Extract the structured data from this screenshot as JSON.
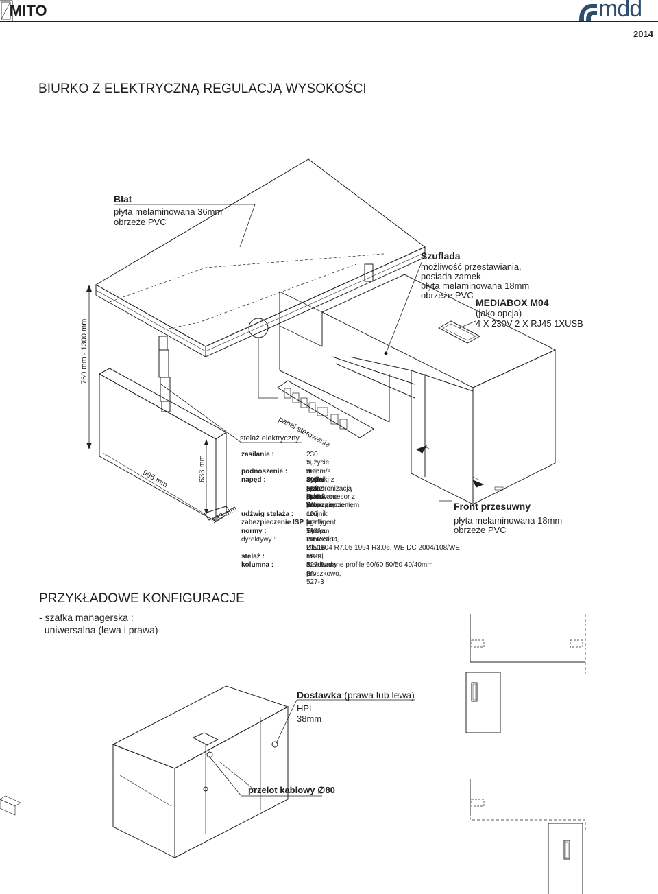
{
  "header": {
    "product": "MITO",
    "brand": "mdd",
    "year": "2014",
    "accent_color": "#2e4e6f"
  },
  "title": "BIURKO Z ELEKTRYCZNĄ REGULACJĄ WYSOKOŚCI",
  "callouts": {
    "blat": {
      "name": "Blat",
      "line1": "płyta melaminowana 36mm",
      "line2": "obrzeże PVC"
    },
    "szuflada": {
      "name": "Szuflada",
      "line1": "możliwość przestawiania,",
      "line2": "posiada zamek",
      "line3": "płyta melaminowana 18mm",
      "line4": "obrzeże PVC"
    },
    "mediabox": {
      "name": "MEDIABOX M04",
      "line1": "(jako opcja)",
      "line2": "4 X 230V  2 X RJ45  1XUSB"
    },
    "front": {
      "name": "Front przesuwny",
      "line1": "płyta melaminowana 18mm",
      "line2": "obrzeże PVC"
    },
    "stelaz": "stelaż elektryczny",
    "panel": "panel sterowania"
  },
  "dimensions": {
    "height": "760 mm - 1300 mm",
    "depth": "996 mm",
    "h633": "633 mm",
    "h133": "133 mm"
  },
  "specs": [
    {
      "key": "zasilanie :",
      "lines": [
        "230 V, moc 300W",
        "zużycie w trybie Stand-by 0.3 W"
      ]
    },
    {
      "key": "podnoszenie :",
      "lines": [
        "36mm/s Super Soft-Start-Stop"
      ]
    },
    {
      "key": "napęd :",
      "lines": [
        "2 silniki z synchronizacją sterowane",
        "przez mikroprocesor z zabezpieczeniem",
        "przed przeciążeniem,",
        "termiczny czujnik pracy silnika"
      ]
    },
    {
      "key": "udźwig stelaża :",
      "lines": [
        "100 kg"
      ]
    },
    {
      "key": "zabezpieczenie ISP :",
      "lines": [
        "Intelligent System Protection"
      ]
    },
    {
      "key": "normy :",
      "lines": [
        "TUV, ISO 21016, EN 527-2, EN 527-3"
      ]
    },
    {
      "key": "dyrektywy :",
      "lines": [
        "206/95EC, Ul508 1999,",
        "UL.1004 R7.05 1994 R3.06, WE DC 2004/108/WE"
      ]
    },
    {
      "key": "stelaż :",
      "lines": [
        "metal malowany proszkowo,"
      ]
    },
    {
      "key": "kolumna :",
      "lines": [
        "3 nakładane profile 60/60 50/50 40/40mm"
      ]
    }
  ],
  "configs": {
    "heading": "PRZYKŁADOWE KONFIGURACJE",
    "item_line1": "- szafka managerska :",
    "item_line2": "  uniwersalna (lewa i prawa)",
    "dostawka_name": "Dostawka",
    "dostawka_suffix": " (prawa lub lewa)",
    "dostawka_line1": "HPL",
    "dostawka_line2": "38mm",
    "przelot": "przelot kablowy ∅80"
  }
}
